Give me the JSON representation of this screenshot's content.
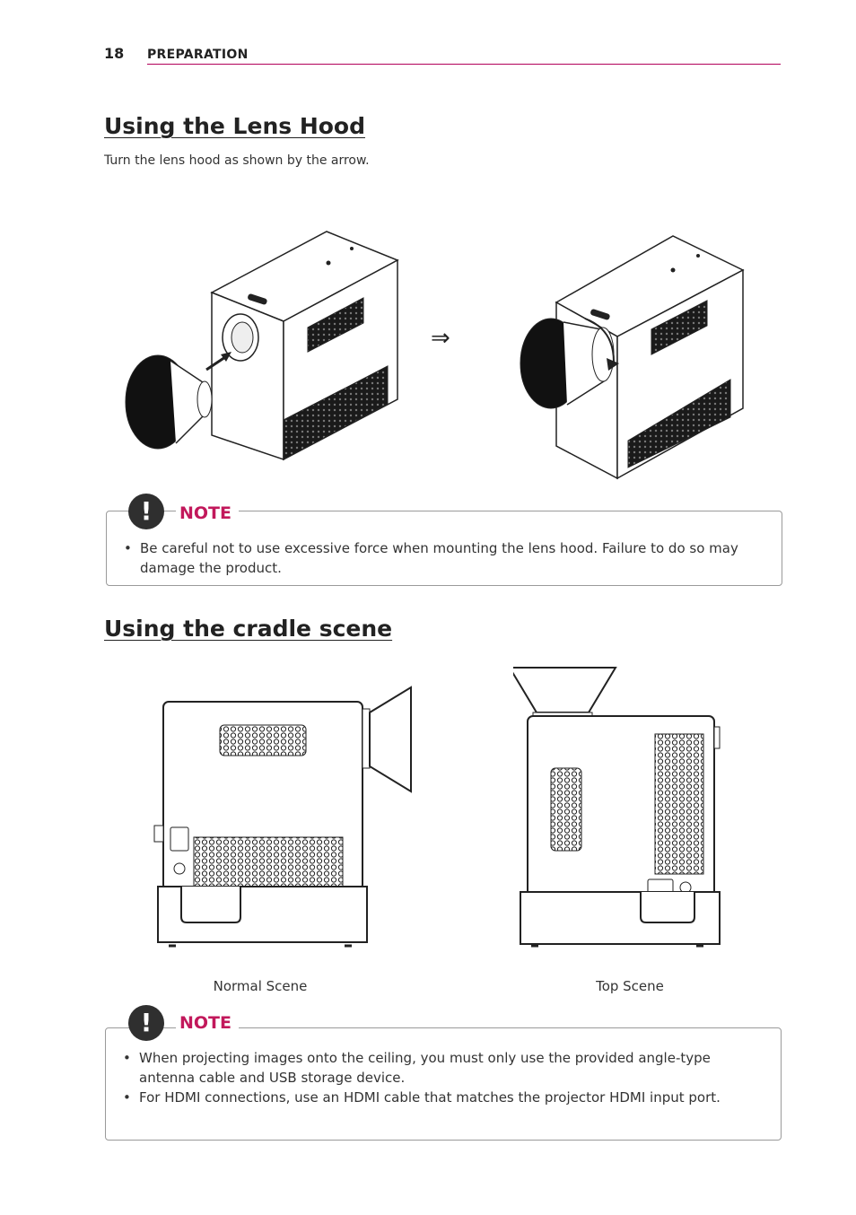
{
  "header": {
    "page_number": "18",
    "section": "PREPARATION"
  },
  "lens_hood": {
    "title": "Using the Lens Hood",
    "instruction": "Turn the lens hood as shown by the arrow.",
    "arrow_symbol": "⇒"
  },
  "note1": {
    "badge": "!",
    "title": "NOTE",
    "items": [
      "Be careful not to use excessive force when mounting the lens hood. Failure to do so may damage the product."
    ]
  },
  "cradle": {
    "title": "Using the cradle scene",
    "caption_normal": "Normal Scene",
    "caption_top": "Top Scene"
  },
  "note2": {
    "badge": "!",
    "title": "NOTE",
    "items": [
      "When projecting images onto the ceiling, you must only use the provided angle-type antenna cable and USB storage device.",
      "For HDMI connections, use an HDMI cable that matches the projector HDMI input port."
    ]
  },
  "colors": {
    "accent": "#c2185b",
    "rule": "#b2005a",
    "badge": "#2f2f2f"
  }
}
